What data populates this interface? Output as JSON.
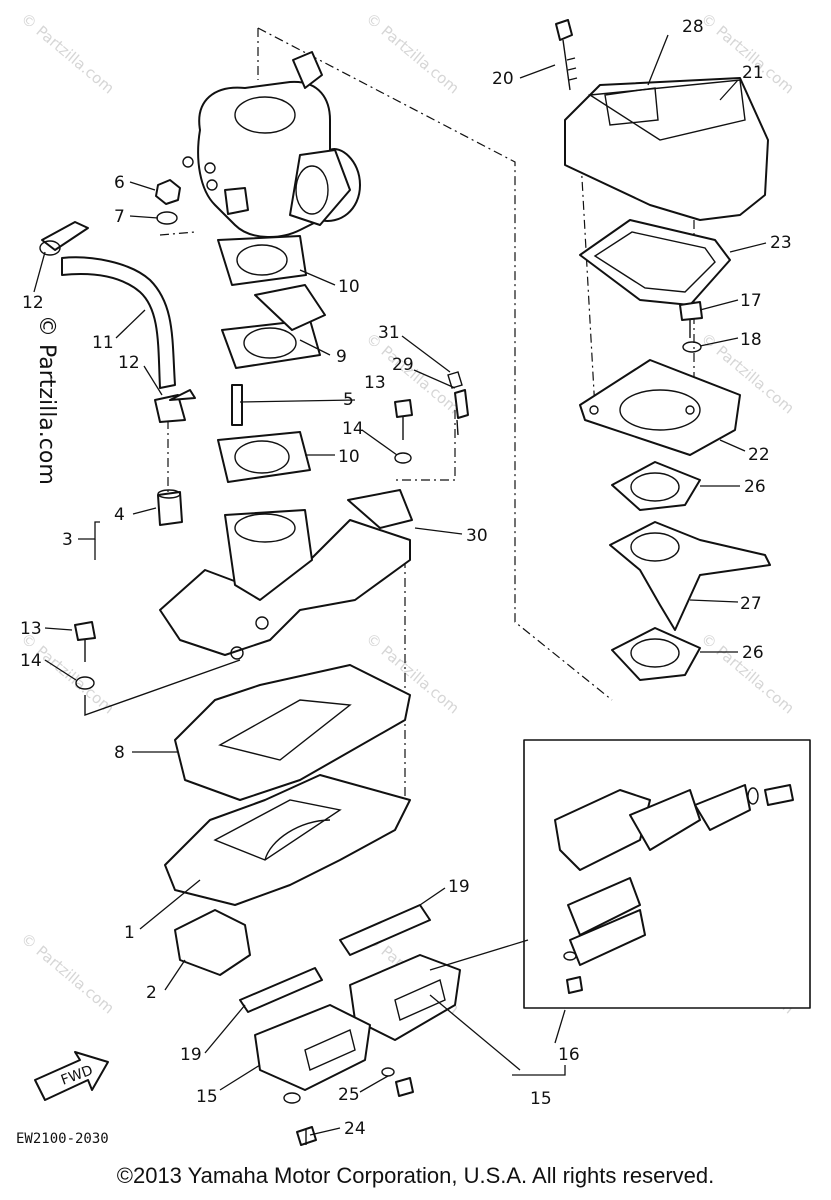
{
  "diagram": {
    "code": "EW2100-2030",
    "fwd_label": "FWD",
    "watermark": "© Partzilla.com",
    "copyright": "©2013  Yamaha Motor Corporation, U.S.A. All rights reserved.",
    "callouts": [
      "28",
      "21",
      "20",
      "6",
      "7",
      "23",
      "12",
      "10",
      "17",
      "18",
      "11",
      "31",
      "9",
      "29",
      "12",
      "13",
      "5",
      "22",
      "14",
      "10",
      "26",
      "4",
      "3",
      "30",
      "27",
      "13",
      "14",
      "26",
      "8",
      "19",
      "1",
      "16",
      "2",
      "19",
      "15",
      "25",
      "15",
      "24"
    ]
  }
}
